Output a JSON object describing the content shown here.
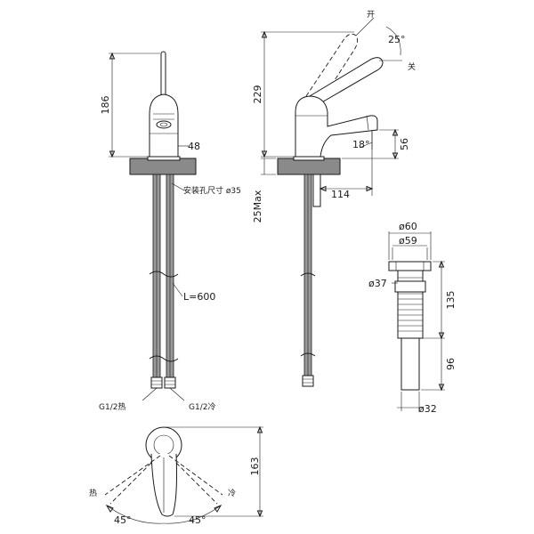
{
  "front_view": {
    "height_dim": "186",
    "spout_dim": "48",
    "hole_label": "安装孔尺寸 ø35",
    "hose_length": "L=600",
    "inlet_hot": "G1/2热",
    "inlet_cold": "G1/2冷"
  },
  "side_view": {
    "open_label": "开",
    "close_label": "关",
    "lever_angle": "25°",
    "total_height": "229",
    "spout_height": "56",
    "spout_angle": "18°",
    "reach": "114",
    "max_thickness": "25Max"
  },
  "drain_view": {
    "outer_dia": "ø60",
    "flange_dia": "ø59",
    "body_dia": "ø37",
    "upper_height": "135",
    "lower_height": "96",
    "tail_dia": "ø32"
  },
  "top_view": {
    "depth_dim": "163",
    "hot_label": "热",
    "cold_label": "冷",
    "left_angle": "45°",
    "right_angle": "45°"
  },
  "colors": {
    "line": "#1a1a1a",
    "fill_grey": "#8a8a8a",
    "background": "#ffffff"
  }
}
